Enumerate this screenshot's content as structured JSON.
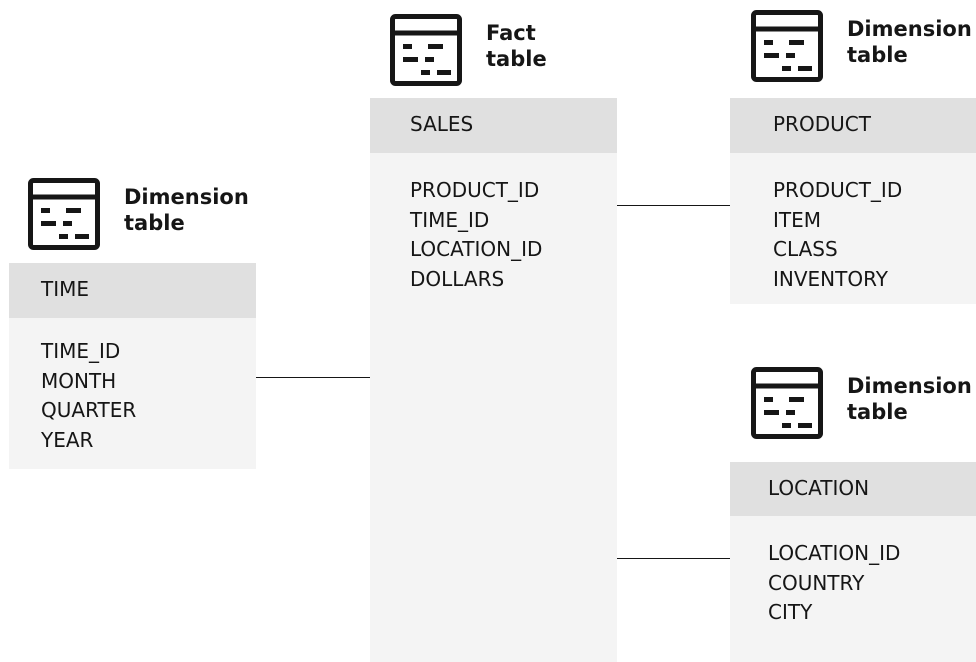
{
  "tables": {
    "time": {
      "kind": [
        "Dimension",
        "table"
      ],
      "name": "TIME",
      "fields": [
        "TIME_ID",
        "MONTH",
        "QUARTER",
        "YEAR"
      ]
    },
    "sales": {
      "kind": [
        "Fact",
        "table"
      ],
      "name": "SALES",
      "fields": [
        "PRODUCT_ID",
        "TIME_ID",
        "LOCATION_ID",
        "DOLLARS"
      ]
    },
    "product": {
      "kind": [
        "Dimension",
        "table"
      ],
      "name": "PRODUCT",
      "fields": [
        "PRODUCT_ID",
        "ITEM",
        "CLASS",
        "INVENTORY"
      ]
    },
    "location": {
      "kind": [
        "Dimension",
        "table"
      ],
      "name": "LOCATION",
      "fields": [
        "LOCATION_ID",
        "COUNTRY",
        "CITY"
      ]
    }
  },
  "icons": {
    "table_icon": "table-icon"
  }
}
